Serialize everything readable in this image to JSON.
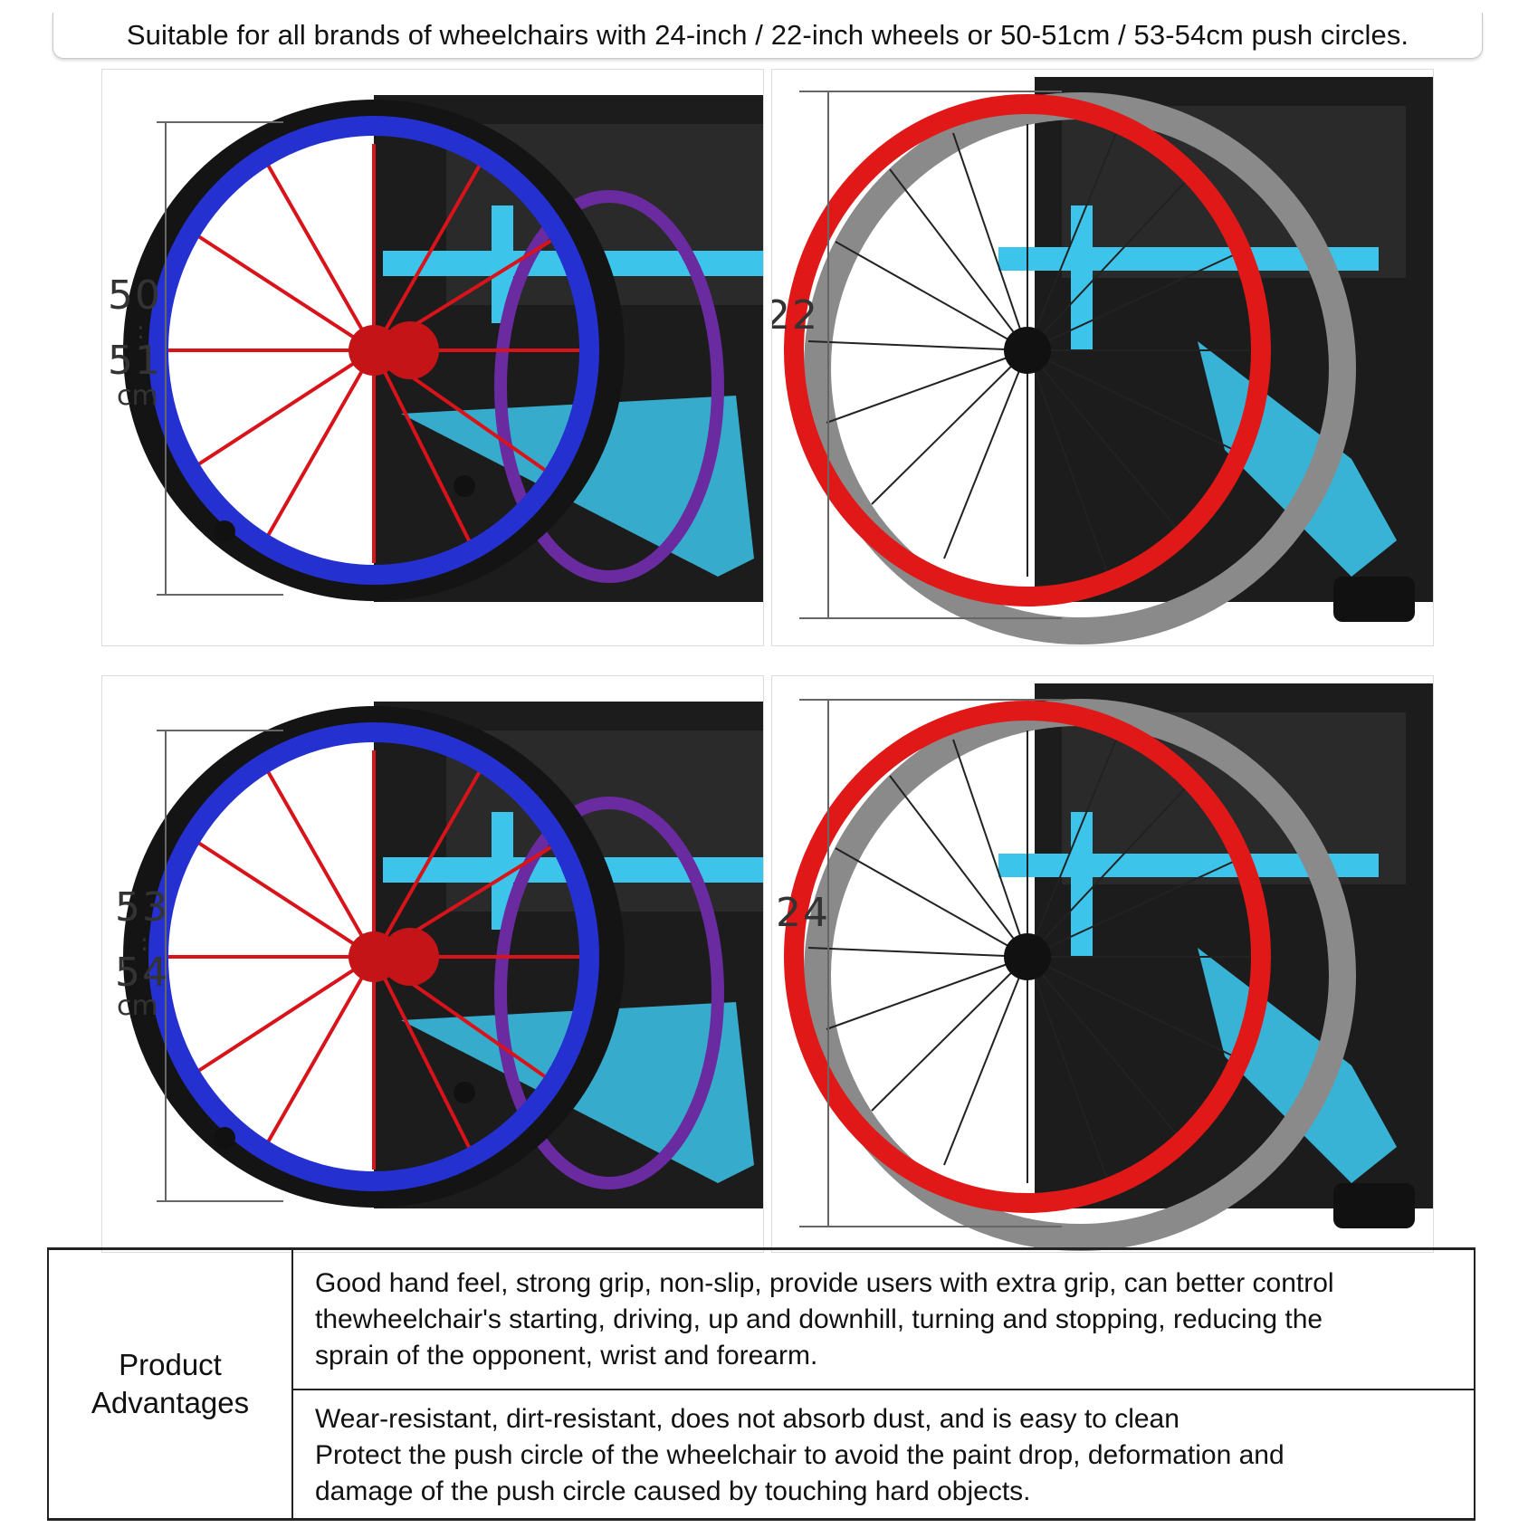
{
  "banner": {
    "text": "Suitable for all brands of wheelchairs with 24-inch / 22-inch wheels or 50-51cm / 53-54cm push circles."
  },
  "panels": [
    {
      "id": "blue-50",
      "label_top": "50",
      "label_mid": ":",
      "label_bot": "51",
      "label_unit": "cm",
      "ring_color": "#2530d0",
      "ring_name": "blue push-rim cover"
    },
    {
      "id": "red-22",
      "label_top": "22",
      "ring_color": "#e01818",
      "ring_name": "red push-rim cover"
    },
    {
      "id": "blue-53",
      "label_top": "53",
      "label_mid": ":",
      "label_bot": "54",
      "label_unit": "cm",
      "ring_color": "#2530d0",
      "ring_name": "blue push-rim cover"
    },
    {
      "id": "red-24",
      "label_top": "24",
      "ring_color": "#e01818",
      "ring_name": "red push-rim cover"
    }
  ],
  "advantages": {
    "label_line1": "Product",
    "label_line2": "Advantages",
    "row1": [
      "Good hand feel, strong grip, non-slip, provide users with extra grip, can better control",
      "thewheelchair's starting, driving, up and downhill, turning and stopping, reducing the",
      "sprain of the opponent, wrist and forearm."
    ],
    "row2": [
      "Wear-resistant, dirt-resistant, does not absorb dust, and is easy to clean",
      "Protect the push circle of the wheelchair to avoid the paint drop, deformation and",
      "damage of the push circle caused by touching hard objects."
    ]
  },
  "colors": {
    "frame": "#3cc4ea",
    "blue_rim": "#2530d0",
    "red_rim": "#e01818",
    "grey_rim": "#8a8a8a",
    "red_spoke": "#d8141a",
    "tyre": "#141414"
  }
}
